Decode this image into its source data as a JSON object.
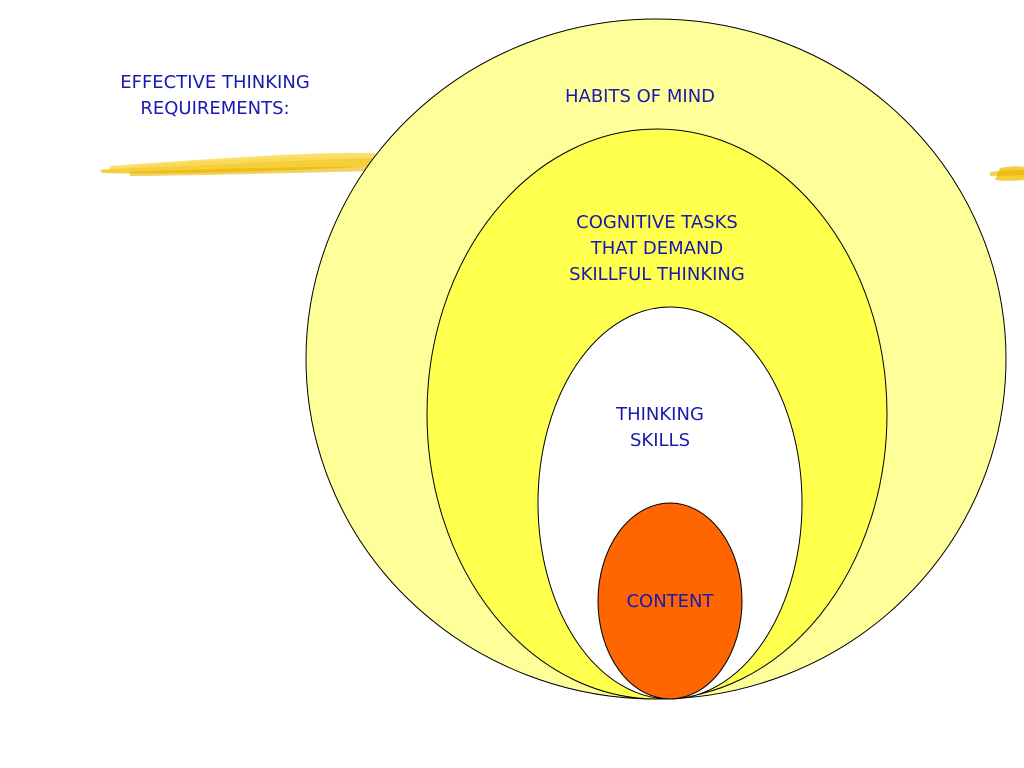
{
  "title": "EFFECTIVE THINKING\nREQUIREMENTS:",
  "layers": [
    {
      "id": "habits",
      "label": "HABITS OF MIND",
      "color": "#ffff99"
    },
    {
      "id": "cognitive",
      "label": "COGNITIVE TASKS\nTHAT DEMAND\nSKILLFUL THINKING",
      "color": "#ffff4d"
    },
    {
      "id": "skills",
      "label": "THINKING\nSKILLS",
      "color": "#ffffff"
    },
    {
      "id": "content",
      "label": "CONTENT",
      "color": "#ff6600"
    }
  ],
  "colors": {
    "text": "#1a1ab0",
    "stroke": "#000000",
    "brush_stroke": "#f5c518"
  }
}
